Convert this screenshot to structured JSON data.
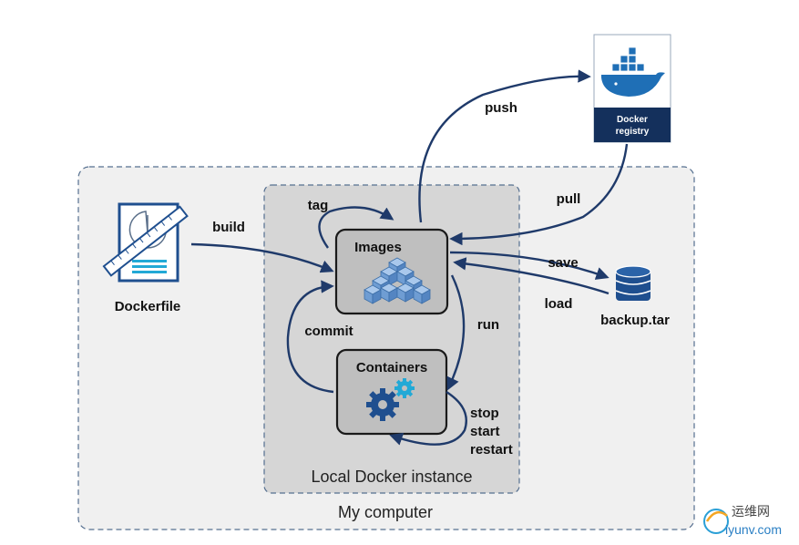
{
  "containers": {
    "my_computer": "My computer",
    "local_instance": "Local Docker instance"
  },
  "nodes": {
    "images": "Images",
    "containers": "Containers",
    "dockerfile": "Dockerfile",
    "backup": "backup.tar",
    "registry_line1": "Docker",
    "registry_line2": "registry"
  },
  "edges": {
    "build": "build",
    "tag": "tag",
    "push": "push",
    "pull": "pull",
    "save": "save",
    "load": "load",
    "run": "run",
    "commit": "commit",
    "stop": "stop",
    "start": "start",
    "restart": "restart"
  },
  "watermark": {
    "line1": "运维网",
    "line2": "iyunv.com"
  },
  "colors": {
    "arrow": "#1f3a6a",
    "outer_box": "#f0f0f0",
    "inner_box": "#d6d6d6",
    "node_box": "#bfbfbf",
    "registry_header": "#14305c",
    "cube": "#7fa9d8",
    "gear_dark": "#1f4f8f",
    "gear_light": "#22a9d6"
  },
  "icons": [
    "dockerfile-icon",
    "images-cubes-icon",
    "gears-icon",
    "database-icon",
    "docker-whale-icon",
    "watermark-logo-icon"
  ]
}
